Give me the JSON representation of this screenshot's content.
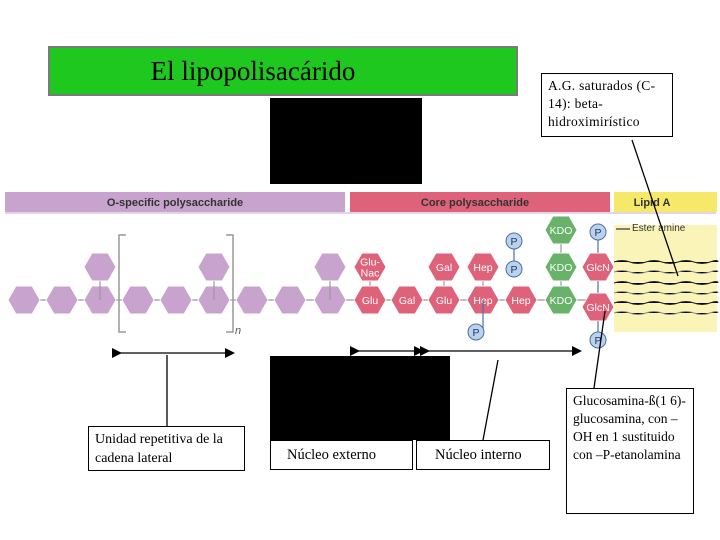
{
  "title": "El lipopolisacárido",
  "notes": {
    "ag": "A.G. saturados (C-14): beta-hidroximirístico",
    "unidad": "Unidad repetitiva de la cadena lateral",
    "externo": "Núcleo externo",
    "interno": "Núcleo interno",
    "glucosamina": "Glucosamina-ß(1 6)-glucosamina, con –OH en 1 sustituido con –P-etanolamina"
  },
  "diagram": {
    "regions": {
      "o_specific": "O-specific polysaccharide",
      "core": "Core polysaccharide",
      "lipid": "Lipid A"
    },
    "sugars": {
      "glunac": "Glu-\nNac",
      "glu": "Glu",
      "gal": "Gal",
      "hep": "Hep",
      "kdo": "KDO",
      "glcn": "GlcN"
    },
    "phosphate": "P",
    "ester_amine": "Ester amine",
    "repeat_n": "n"
  },
  "colors": {
    "title_bg": "#1ec81e",
    "o_specific": "#c8a3cd",
    "core": "#de6279",
    "lipid": "#f6e96a",
    "kdo": "#68b26a",
    "phosphate": "#bcd2ea"
  }
}
